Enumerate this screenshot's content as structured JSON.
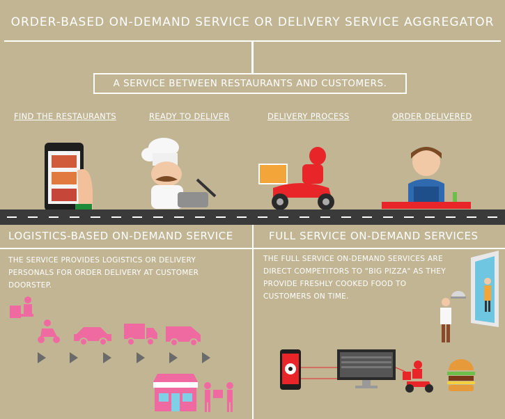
{
  "header": {
    "title": "ORDER-BASED ON-DEMAND SERVICE OR DELIVERY SERVICE AGGREGATOR",
    "subtitle": "A SERVICE BETWEEN RESTAURANTS AND CUSTOMERS."
  },
  "steps": [
    {
      "label": "FIND THE RESTAURANTS",
      "icon": "smartphone-restaurant-icon"
    },
    {
      "label": "READY TO DELIVER",
      "icon": "chef-icon"
    },
    {
      "label": "DELIVERY PROCESS",
      "icon": "delivery-scooter-icon"
    },
    {
      "label": "ORDER DELIVERED",
      "icon": "customer-eating-icon"
    }
  ],
  "logistics": {
    "title": "LOGISTICS-BASED ON-DEMAND SERVICE",
    "text_lines": [
      "THE SERVICE PROVIDES LOGISTICS OR DELIVERY",
      "PERSONALS FOR ORDER DELIVERY AT CUSTOMER",
      "DOORSTEP."
    ],
    "accent_color": "#f06aa2"
  },
  "full_service": {
    "title": "FULL SERVICE ON-DEMAND SERVICES",
    "text_lines": [
      "THE FULL SERVICE ON-DEMAND SERVICES ARE",
      "DIRECT COMPETITORS TO \"BIG PIZZA\" AS THEY",
      "PROVIDE FRESHLY COOKED FOOD TO",
      "CUSTOMERS ON TIME."
    ]
  },
  "colors": {
    "background": "#c2b594",
    "road": "#3a3a3a",
    "accent_red": "#e8262a",
    "accent_pink": "#f06aa2"
  }
}
